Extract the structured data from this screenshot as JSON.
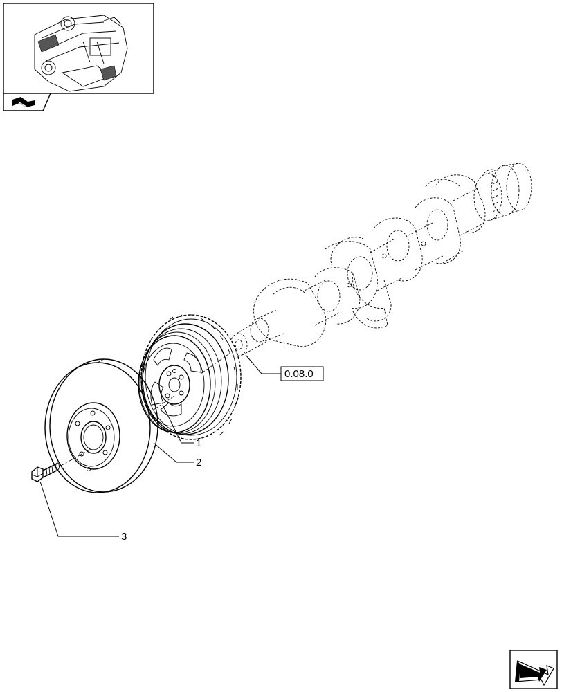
{
  "callouts": [
    {
      "number": "1"
    },
    {
      "number": "2"
    },
    {
      "number": "3"
    }
  ],
  "reference": {
    "code": "0.08.0"
  },
  "icons": {
    "engine_thumbnail": "engine-thumbnail-icon",
    "section_tab": "section-tab-icon",
    "page_nav": "next-page-arrow-icon"
  }
}
